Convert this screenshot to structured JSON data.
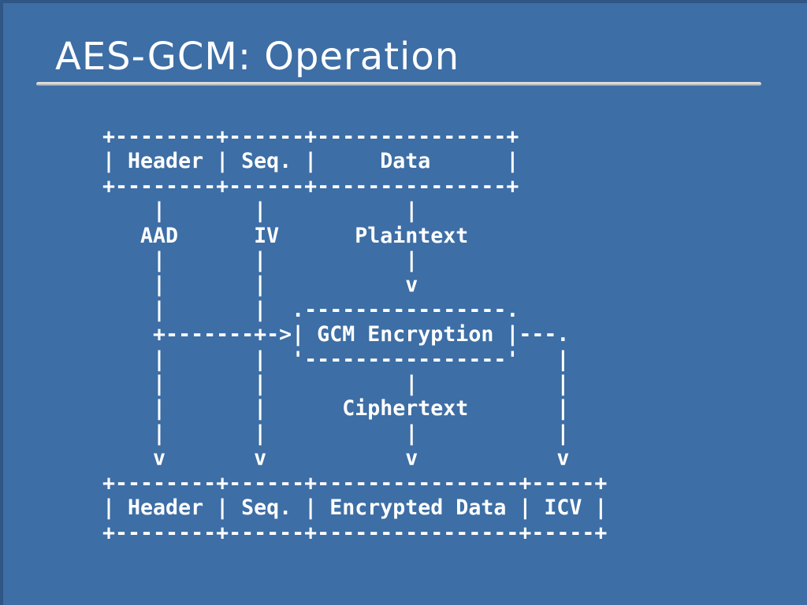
{
  "slide": {
    "title": "AES-GCM: Operation"
  },
  "diagram": {
    "ascii_lines": [
      "+--------+------+---------------+",
      "| Header | Seq. |     Data      |",
      "+--------+------+---------------+",
      "    |       |           |",
      "   AAD      IV      Plaintext",
      "    |       |           |",
      "    |       |           v",
      "    |       |  .----------------.",
      "    +-------+->| GCM Encryption |---.",
      "    |       |  '----------------'   |",
      "    |       |           |           |",
      "    |       |      Ciphertext       |",
      "    |       |           |           |",
      "    v       v           v           v",
      "+--------+------+----------------+-----+",
      "| Header | Seq. | Encrypted Data | ICV |",
      "+--------+------+----------------+-----+"
    ],
    "top_packet_fields": [
      "Header",
      "Seq.",
      "Data"
    ],
    "bottom_packet_fields": [
      "Header",
      "Seq.",
      "Encrypted Data",
      "ICV"
    ],
    "flow_labels": [
      "AAD",
      "IV",
      "Plaintext",
      "Ciphertext"
    ],
    "process_box_label": "GCM Encryption"
  },
  "colors": {
    "background": "#3d6ea5",
    "edge": "#2f5685",
    "text": "#ffffff",
    "rule_light": "#dcdcdc",
    "rule_dark": "#888888"
  }
}
